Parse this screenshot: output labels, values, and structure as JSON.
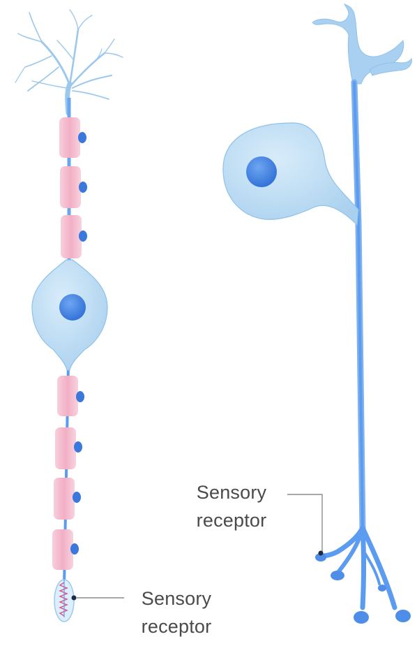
{
  "labels": {
    "left_receptor_line1": "Sensory",
    "left_receptor_line2": "receptor",
    "right_receptor_line1": "Sensory",
    "right_receptor_line2": "receptor"
  },
  "colors": {
    "cell_fill": "#b9daf2",
    "cell_stroke": "#8ec2ea",
    "nucleus": "#3d7fe0",
    "axon": "#5c9cf0",
    "myelin": "#f4bcd0",
    "myelin_highlight": "#fce4ec",
    "schwann_nucleus": "#3a78dc",
    "leader_line": "#8a8a8a",
    "text": "#4a4a4a"
  }
}
